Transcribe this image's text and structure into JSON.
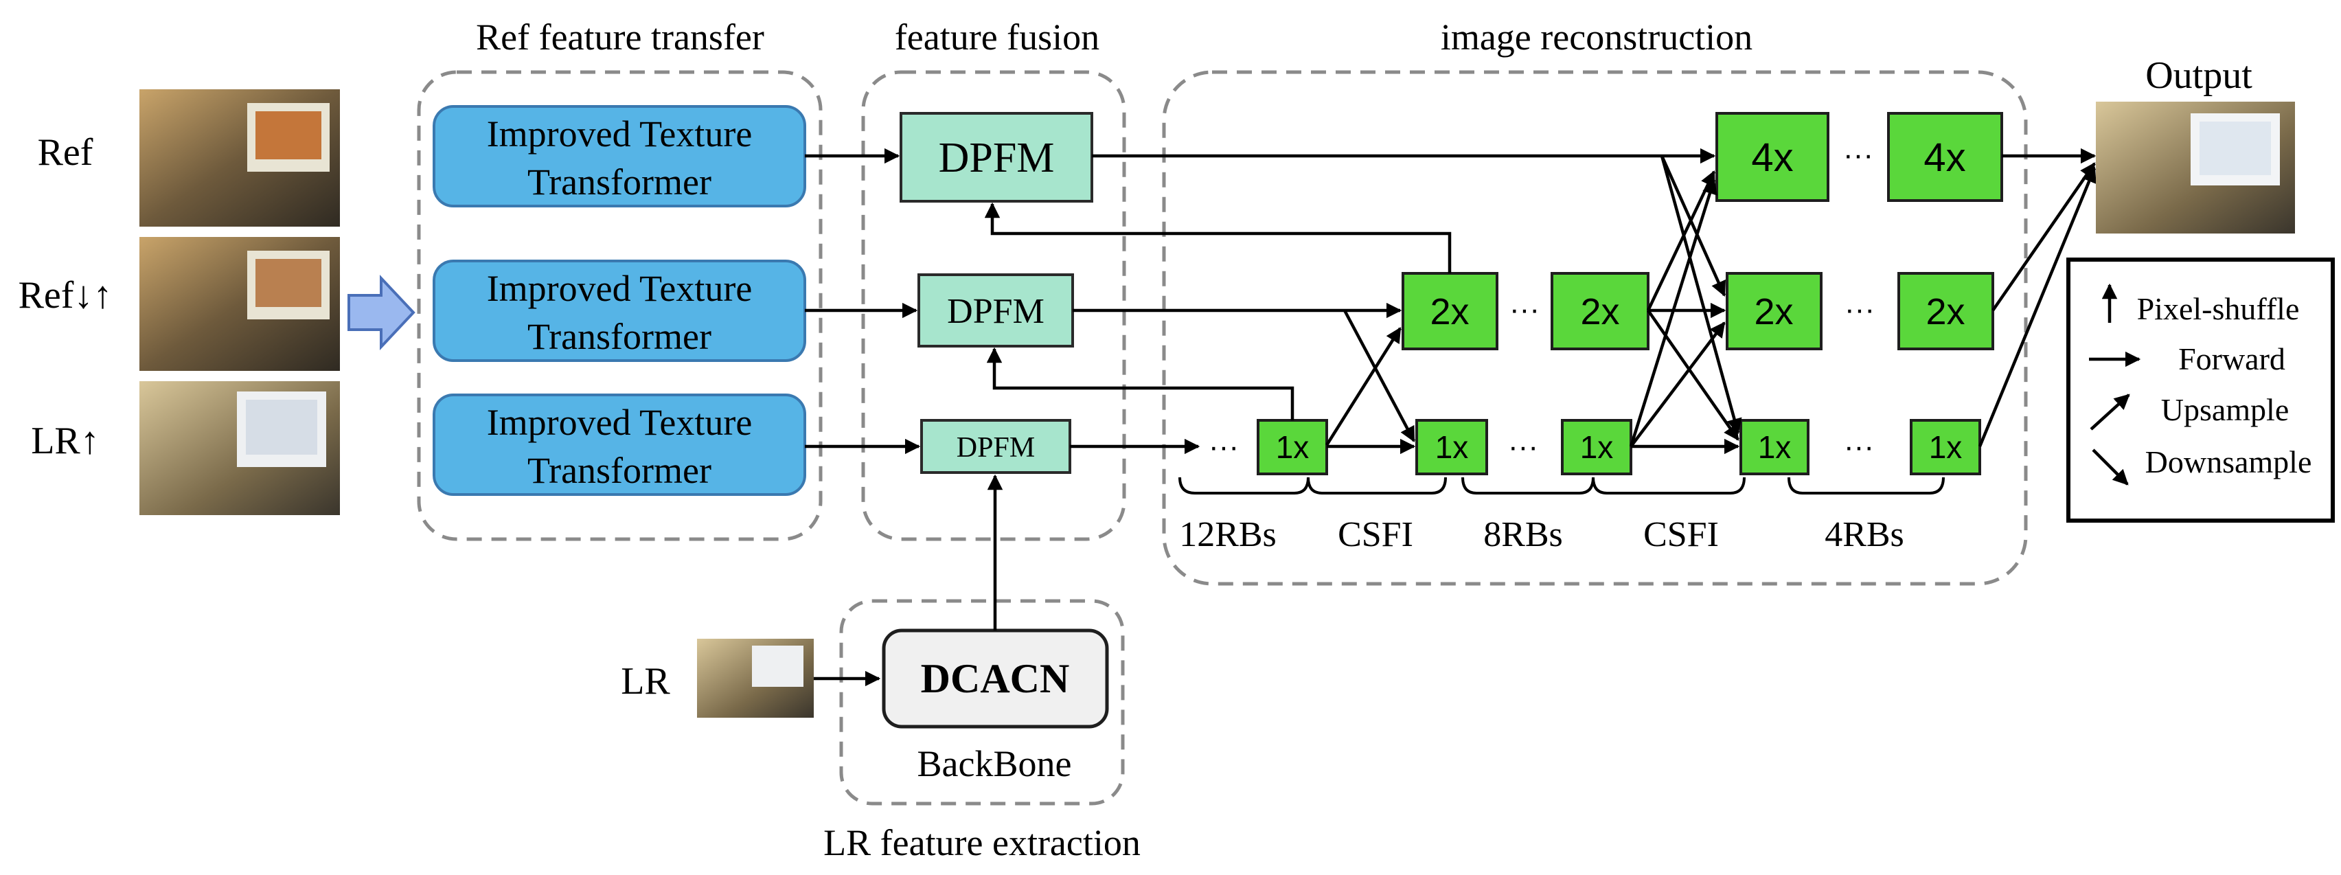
{
  "inputs": {
    "ref_label": "Ref",
    "ref_down_up_label": "Ref↓↑",
    "lr_up_label": "LR↑",
    "lr_label": "LR"
  },
  "groups": {
    "ref_transfer_title": "Ref feature transfer",
    "fusion_title": "feature fusion",
    "reconstruction_title": "image reconstruction",
    "lr_extraction_title": "LR feature extraction"
  },
  "transformer": {
    "line1": "Improved Texture",
    "line2": "Transformer"
  },
  "dpfm_label": "DPFM",
  "backbone": {
    "name": "DCACN",
    "label": "BackBone"
  },
  "rb_labels": {
    "x1": "1x",
    "x2": "2x",
    "x4": "4x"
  },
  "ellipsis": "···",
  "stages": [
    "12RBs",
    "CSFI",
    "8RBs",
    "CSFI",
    "4RBs"
  ],
  "output_label": "Output",
  "legend": [
    "Pixel-shuffle",
    "Forward",
    "Upsample",
    "Downsample"
  ],
  "colors": {
    "transformer_fill": "#56b4e6",
    "dpfm_fill": "#a7e5cd",
    "rb_fill": "#5ad73b",
    "input_arrow_fill": "#9ab8ef",
    "group_border": "#8a8a8a"
  }
}
